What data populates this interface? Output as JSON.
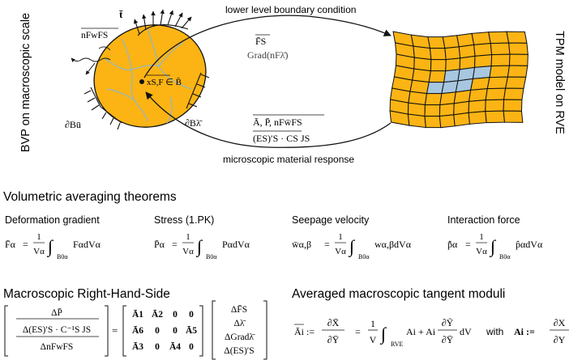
{
  "diagram": {
    "left_vertical_label": "BVP on macroscopic scale",
    "right_vertical_label": "TPM model on RVE",
    "top_arrow_label": "lower level boundary condition",
    "bottom_arrow_label": "microscopic material response",
    "top_transfer": [
      "F̄S",
      "Grad(nFλ̄)"
    ],
    "bottom_transfer": [
      "Ā, P̄, nFw̄FS",
      "(ES)′S · CS JS"
    ],
    "body_labels": {
      "traction": "t̄",
      "seepage": "nFwFS",
      "point": "xS,F ∈ B̄",
      "boundary_u": "∂Bū",
      "boundary_lambda": "∂Bλ̄"
    },
    "colors": {
      "body_fill": "#fbb414",
      "rve_fill": "#fbb414",
      "rve_center": "#a7c7e0",
      "grain_lines": "#93b6cc",
      "stroke": "#111111"
    }
  },
  "sections": {
    "volumetric_title": "Volumetric averaging theorems",
    "rhs_title": "Macroscopic Right-Hand-Side",
    "tangent_title": "Averaged macroscopic tangent moduli"
  },
  "theorems": [
    {
      "label": "Deformation gradient",
      "lhs": "F̄α",
      "integrand": "FαdVα"
    },
    {
      "label": "Stress (1.PK)",
      "lhs": "P̄α",
      "integrand": "PαdVα"
    },
    {
      "label": "Seepage velocity",
      "lhs": "w̄α,β",
      "integrand": "wα,βdVα"
    },
    {
      "label": "Interaction force",
      "lhs": "p̂̄α",
      "integrand": "p̂αdVα"
    }
  ],
  "equation_common": {
    "one": "1",
    "V_alpha": "Vα",
    "domain": "B0α",
    "equals": "="
  },
  "rhs_equation": {
    "left_vector": [
      "ΔP̄",
      "Δ(ES)′S · C⁻¹S JS",
      "ΔnFwFS"
    ],
    "matrix": [
      [
        "Ā1",
        "Ā2",
        "0",
        "0"
      ],
      [
        "Ā6",
        "0",
        "0",
        "Ā5"
      ],
      [
        "Ā3",
        "0",
        "Ā4",
        "0"
      ]
    ],
    "right_vector": [
      "ΔF̄S",
      "Δλ̄",
      "ΔGradλ̄",
      "Δ(ES)′S"
    ]
  },
  "tangent_equation": {
    "lhs": "Āi :=",
    "frac_num": "∂X̄",
    "frac_den": "∂Ȳ",
    "equals": "=",
    "one": "1",
    "V": "V",
    "domain": "RVE",
    "term1": "Ai + Ai",
    "frac2_num": "∂Ỹ",
    "frac2_den": "∂Ȳ",
    "dV": "dV",
    "with": "with",
    "rhs_lhs": "Ai :=",
    "frac3_num": "∂X",
    "frac3_den": "∂Y"
  }
}
